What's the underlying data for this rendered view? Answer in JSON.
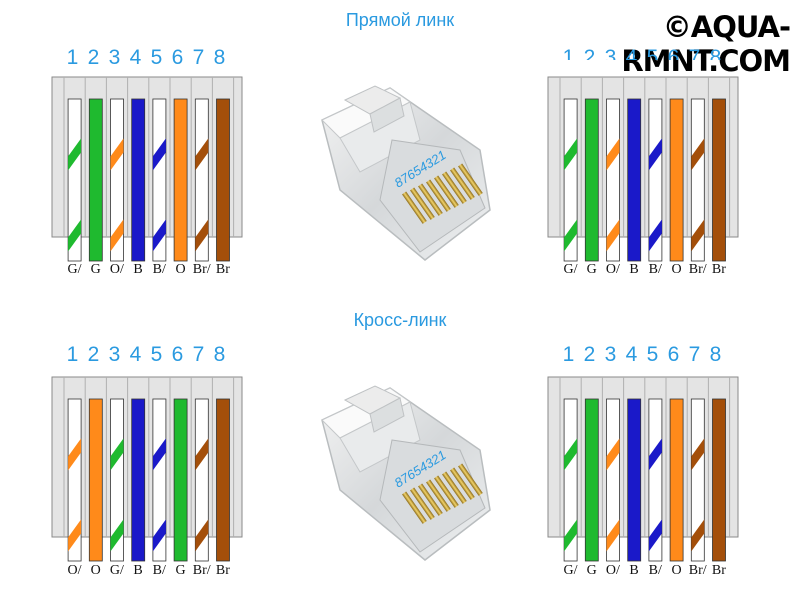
{
  "watermark": "©AQUA-RMNT.COM",
  "sections": [
    {
      "title": "Прямой линк"
    },
    {
      "title": "Кросс-линк"
    }
  ],
  "pin_numbers": [
    "1",
    "2",
    "3",
    "4",
    "5",
    "6",
    "7",
    "8"
  ],
  "plug_label": "87654321",
  "colors": {
    "green": "#1fba2f",
    "orange": "#ff8a1a",
    "blue": "#1a19c9",
    "brown": "#a44f0a",
    "white": "#ffffff",
    "accent": "#2a9ae0"
  },
  "connectors": [
    {
      "name": "straight-left",
      "wires": [
        {
          "label": "G/",
          "color": "green",
          "striped": true
        },
        {
          "label": "G",
          "color": "green",
          "striped": false
        },
        {
          "label": "O/",
          "color": "orange",
          "striped": true
        },
        {
          "label": "B",
          "color": "blue",
          "striped": false
        },
        {
          "label": "B/",
          "color": "blue",
          "striped": true
        },
        {
          "label": "O",
          "color": "orange",
          "striped": false
        },
        {
          "label": "Br/",
          "color": "brown",
          "striped": true
        },
        {
          "label": "Br",
          "color": "brown",
          "striped": false
        }
      ]
    },
    {
      "name": "straight-right",
      "wires": [
        {
          "label": "G/",
          "color": "green",
          "striped": true
        },
        {
          "label": "G",
          "color": "green",
          "striped": false
        },
        {
          "label": "O/",
          "color": "orange",
          "striped": true
        },
        {
          "label": "B",
          "color": "blue",
          "striped": false
        },
        {
          "label": "B/",
          "color": "blue",
          "striped": true
        },
        {
          "label": "O",
          "color": "orange",
          "striped": false
        },
        {
          "label": "Br/",
          "color": "brown",
          "striped": true
        },
        {
          "label": "Br",
          "color": "brown",
          "striped": false
        }
      ]
    },
    {
      "name": "cross-left",
      "wires": [
        {
          "label": "O/",
          "color": "orange",
          "striped": true
        },
        {
          "label": "O",
          "color": "orange",
          "striped": false
        },
        {
          "label": "G/",
          "color": "green",
          "striped": true
        },
        {
          "label": "B",
          "color": "blue",
          "striped": false
        },
        {
          "label": "B/",
          "color": "blue",
          "striped": true
        },
        {
          "label": "G",
          "color": "green",
          "striped": false
        },
        {
          "label": "Br/",
          "color": "brown",
          "striped": true
        },
        {
          "label": "Br",
          "color": "brown",
          "striped": false
        }
      ]
    },
    {
      "name": "cross-right",
      "wires": [
        {
          "label": "G/",
          "color": "green",
          "striped": true
        },
        {
          "label": "G",
          "color": "green",
          "striped": false
        },
        {
          "label": "O/",
          "color": "orange",
          "striped": true
        },
        {
          "label": "B",
          "color": "blue",
          "striped": false
        },
        {
          "label": "B/",
          "color": "blue",
          "striped": true
        },
        {
          "label": "O",
          "color": "orange",
          "striped": false
        },
        {
          "label": "Br/",
          "color": "brown",
          "striped": true
        },
        {
          "label": "Br",
          "color": "brown",
          "striped": false
        }
      ]
    }
  ]
}
